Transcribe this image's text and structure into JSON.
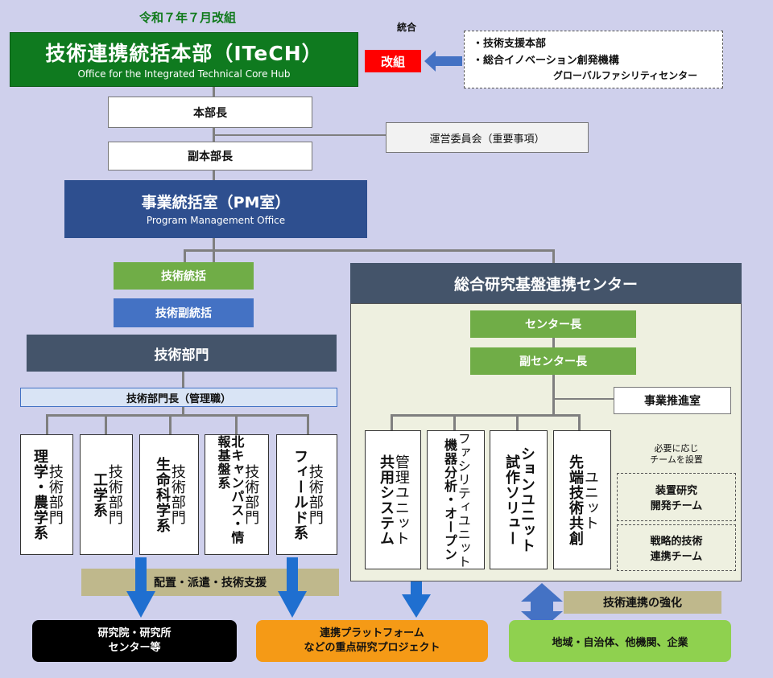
{
  "header": {
    "date_label": "令和７年７月改組",
    "title": "技術連携統括本部（ITeCH）",
    "subtitle": "Office for the Integrated Technical Core Hub",
    "merge_label": "統合",
    "reorg_badge": "改組",
    "merged_units": [
      "・技術支援本部",
      "・総合イノベーション創発機構",
      "グローバルファシリティセンター"
    ]
  },
  "leadership": {
    "director": "本部長",
    "vice_director": "副本部長",
    "committee": "運営委員会（重要事項）",
    "pm_office_title": "事業統括室（PM室）",
    "pm_office_subtitle": "Program Management Office"
  },
  "technical": {
    "chief": "技術統括",
    "vice_chief": "技術副統括",
    "division": "技術部門",
    "division_head": "技術部門長（管理職）",
    "departments": [
      {
        "main": "理学・農学系",
        "sub": "技術部門"
      },
      {
        "main": "工学系",
        "sub": "技術部門"
      },
      {
        "main": "生命科学系",
        "sub": "技術部門"
      },
      {
        "main": "北キャンパス・情報基盤系",
        "sub": "技術部門"
      },
      {
        "main": "フィールド系",
        "sub": "技術部門"
      }
    ],
    "support_label": "配置・派遣・技術支援"
  },
  "center": {
    "title": "総合研究基盤連携センター",
    "head": "センター長",
    "vice_head": "副センター長",
    "promotion_office": "事業推進室",
    "units": [
      {
        "main": "共用システム",
        "sub": "管理ユニット"
      },
      {
        "main": "機器分析・オープン",
        "sub": "ファシリティユニット"
      },
      {
        "main": "試作ソリュー",
        "sub": "ションユニット"
      },
      {
        "main": "先端技術共創",
        "sub": "ユニット"
      }
    ],
    "team_note": "必要に応じ\nチームを設置",
    "teams": [
      "装置研究\n開発チーム",
      "戦略的技術\n連携チーム"
    ]
  },
  "destinations": {
    "research": "研究院・研究所\nセンター等",
    "platform": "連携プラットフォーム\nなどの重点研究プロジェクト",
    "strengthen_label": "技術連携の強化",
    "community": "地域・自治体、他機関、企業"
  },
  "colors": {
    "background": "#cfd0ec",
    "green": "#70ad47",
    "dark_green": "#0f7a1f",
    "blue": "#4472c4",
    "navy": "#2e4f8f",
    "slate": "#44546a",
    "red": "#ff0000",
    "orange": "#f59a16",
    "light_green": "#8fd14f",
    "tan": "#bfb88c"
  }
}
